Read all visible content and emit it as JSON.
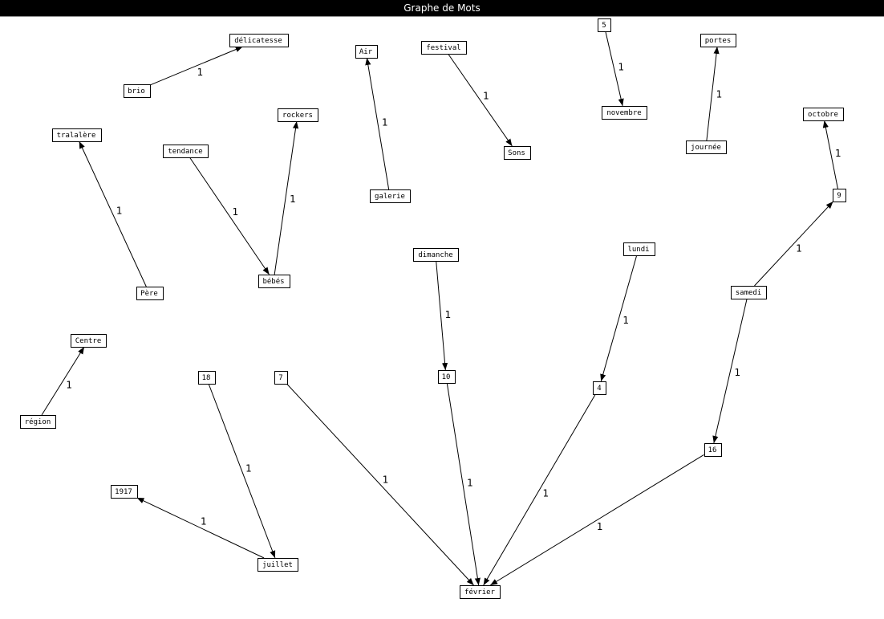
{
  "window": {
    "title": "Graphe de Mots"
  },
  "graph": {
    "nodes": [
      {
        "id": "delicatesse",
        "label": "délicatesse"
      },
      {
        "id": "brio",
        "label": "brio"
      },
      {
        "id": "Air",
        "label": "Air"
      },
      {
        "id": "galerie",
        "label": "galerie"
      },
      {
        "id": "festival",
        "label": "festival"
      },
      {
        "id": "Sons",
        "label": "Sons"
      },
      {
        "id": "5",
        "label": "5"
      },
      {
        "id": "novembre",
        "label": "novembre"
      },
      {
        "id": "portes",
        "label": "portes"
      },
      {
        "id": "journee",
        "label": "journée"
      },
      {
        "id": "rockers",
        "label": "rockers"
      },
      {
        "id": "tendance",
        "label": "tendance"
      },
      {
        "id": "bebes",
        "label": "bébés"
      },
      {
        "id": "tralalere",
        "label": "tralalère"
      },
      {
        "id": "Pere",
        "label": "Père"
      },
      {
        "id": "octobre",
        "label": "octobre"
      },
      {
        "id": "9",
        "label": "9"
      },
      {
        "id": "samedi",
        "label": "samedi"
      },
      {
        "id": "dimanche",
        "label": "dimanche"
      },
      {
        "id": "lundi",
        "label": "lundi"
      },
      {
        "id": "10",
        "label": "10"
      },
      {
        "id": "4",
        "label": "4"
      },
      {
        "id": "Centre",
        "label": "Centre"
      },
      {
        "id": "region",
        "label": "région"
      },
      {
        "id": "18",
        "label": "18"
      },
      {
        "id": "7",
        "label": "7"
      },
      {
        "id": "16",
        "label": "16"
      },
      {
        "id": "1917",
        "label": "1917"
      },
      {
        "id": "juillet",
        "label": "juillet"
      },
      {
        "id": "fevrier",
        "label": "février"
      }
    ],
    "edges": [
      {
        "from": "brio",
        "to": "delicatesse",
        "weight": "1"
      },
      {
        "from": "galerie",
        "to": "Air",
        "weight": "1"
      },
      {
        "from": "festival",
        "to": "Sons",
        "weight": "1"
      },
      {
        "from": "5",
        "to": "novembre",
        "weight": "1"
      },
      {
        "from": "journee",
        "to": "portes",
        "weight": "1"
      },
      {
        "from": "tendance",
        "to": "bebes",
        "weight": "1"
      },
      {
        "from": "bebes",
        "to": "rockers",
        "weight": "1"
      },
      {
        "from": "Pere",
        "to": "tralalere",
        "weight": "1"
      },
      {
        "from": "9",
        "to": "octobre",
        "weight": "1"
      },
      {
        "from": "samedi",
        "to": "9",
        "weight": "1"
      },
      {
        "from": "samedi",
        "to": "16",
        "weight": "1"
      },
      {
        "from": "dimanche",
        "to": "10",
        "weight": "1"
      },
      {
        "from": "lundi",
        "to": "4",
        "weight": "1"
      },
      {
        "from": "region",
        "to": "Centre",
        "weight": "1"
      },
      {
        "from": "18",
        "to": "juillet",
        "weight": "1"
      },
      {
        "from": "juillet",
        "to": "1917",
        "weight": "1"
      },
      {
        "from": "7",
        "to": "fevrier",
        "weight": "1"
      },
      {
        "from": "10",
        "to": "fevrier",
        "weight": "1"
      },
      {
        "from": "4",
        "to": "fevrier",
        "weight": "1"
      },
      {
        "from": "16",
        "to": "fevrier",
        "weight": "1"
      }
    ]
  }
}
